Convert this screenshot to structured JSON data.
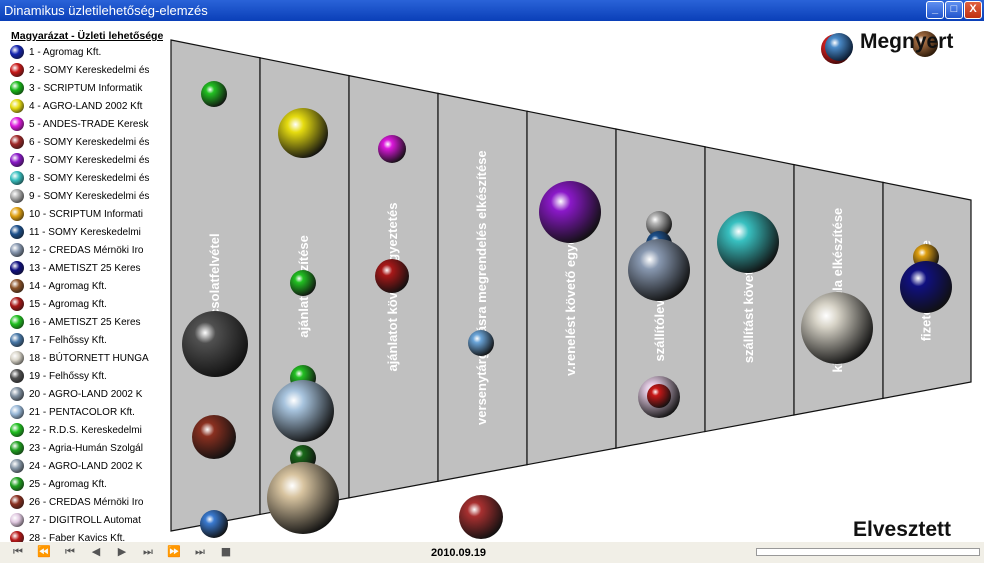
{
  "window": {
    "title": "Dinamikus üzletilehetőség-elemzés",
    "buttons": [
      {
        "name": "minimize-button",
        "label": "_"
      },
      {
        "name": "maximize-button",
        "label": "□"
      },
      {
        "name": "close-button",
        "label": "X"
      }
    ]
  },
  "legend": {
    "title": "Magyarázat - Üzleti lehetőségek",
    "items": [
      {
        "label": "1 - Agromag Kft.",
        "color": "#1424b0"
      },
      {
        "label": "2 - SOMY Kereskedelmi és",
        "color": "#c81818"
      },
      {
        "label": "3 - SCRIPTUM Informatik",
        "color": "#18b818"
      },
      {
        "label": "4 - AGRO-LAND 2002 Kft",
        "color": "#e6dc10"
      },
      {
        "label": "5 - ANDES-TRADE Keresk",
        "color": "#dc18dc"
      },
      {
        "label": "6 - SOMY Kereskedelmi és",
        "color": "#a02828"
      },
      {
        "label": "7 - SOMY Kereskedelmi és",
        "color": "#8a18c8"
      },
      {
        "label": "8 - SOMY Kereskedelmi és",
        "color": "#38c0c0"
      },
      {
        "label": "9 - SOMY Kereskedelmi és",
        "color": "#a8a8a8"
      },
      {
        "label": "10 - SCRIPTUM Informati",
        "color": "#e0a010"
      },
      {
        "label": "11 - SOMY Kereskedelmi",
        "color": "#1c508c"
      },
      {
        "label": "12 - CREDAS Mérnöki Iro",
        "color": "#8898b0"
      },
      {
        "label": "13 - AMETISZT 25 Keres",
        "color": "#101080"
      },
      {
        "label": "14 - Agromag Kft.",
        "color": "#8a5228"
      },
      {
        "label": "15 - Agromag Kft.",
        "color": "#a81818"
      },
      {
        "label": "16 - AMETISZT 25 Keres",
        "color": "#20c020"
      },
      {
        "label": "17 - Felhőssy Kft.",
        "color": "#4878a8"
      },
      {
        "label": "18 - BÚTORNETT HUNGA",
        "color": "#d8d4c8"
      },
      {
        "label": "19 - Felhőssy Kft.",
        "color": "#505050"
      },
      {
        "label": "20 - AGRO-LAND 2002 K",
        "color": "#8090a0"
      },
      {
        "label": "21 - PENTACOLOR Kft.",
        "color": "#98b8d8"
      },
      {
        "label": "22 - R.D.S. Kereskedelmi",
        "color": "#20c020"
      },
      {
        "label": "23 - Agria-Humán Szolgál",
        "color": "#20a020"
      },
      {
        "label": "24 - AGRO-LAND 2002 K",
        "color": "#8898a8"
      },
      {
        "label": "25 - Agromag Kft.",
        "color": "#20a020"
      },
      {
        "label": "26 - CREDAS Mérnöki Iro",
        "color": "#8a3020"
      },
      {
        "label": "27 - DIGITROLL Automat",
        "color": "#e0c8e0"
      },
      {
        "label": "28 - Faber Kavics Kft.",
        "color": "#b81818"
      }
    ]
  },
  "funnel": {
    "stages": [
      {
        "label": "kapcsolatfelvétel"
      },
      {
        "label": "ajánlat készítése"
      },
      {
        "label": "ajánlatot követő egyeztetés"
      },
      {
        "label": "versenytárgyalásra megrendelés elkészítése"
      },
      {
        "label": "v.renelést követő egyeztetés"
      },
      {
        "label": "szállítólevél elkészítése"
      },
      {
        "label": "szállítást követő számla"
      },
      {
        "label": "kimenő számla elkészítése"
      },
      {
        "label": "fizetés rögzítése"
      }
    ],
    "won_label": "Megnyert",
    "lost_label": "Elvesztett",
    "won_icon": "won-ball-icon",
    "lost_icon": "lost-ball-icon"
  },
  "balls": [
    {
      "color": "#22c022"
    },
    {
      "color": "#e6dc10"
    },
    {
      "color": "#dc18dc"
    },
    {
      "color": "#a81818"
    },
    {
      "color": "#22c022"
    },
    {
      "color": "#505050"
    },
    {
      "color": "#8a3020"
    },
    {
      "color": "#22c022"
    },
    {
      "color": "#a8c4de"
    },
    {
      "color": "#1a6a1a"
    },
    {
      "color": "#d8c4a0"
    },
    {
      "color": "#6aa4d8"
    },
    {
      "color": "#8a18c8"
    },
    {
      "color": "#b8b8b8"
    },
    {
      "color": "#1c508c"
    },
    {
      "color": "#8898b0"
    },
    {
      "color": "#e0c8e0"
    },
    {
      "color": "#c81818"
    },
    {
      "color": "#38c0c0"
    },
    {
      "color": "#d8d4c8"
    },
    {
      "color": "#e0a010"
    },
    {
      "color": "#101080"
    },
    {
      "color": "#a83030"
    },
    {
      "color": "#3a7ad0"
    },
    {
      "color": "#8a5228"
    }
  ],
  "player": {
    "date": "2010.09.19",
    "controls": [
      {
        "name": "first-button",
        "glyph": "⏮"
      },
      {
        "name": "fast-rewind-button",
        "glyph": "⏪"
      },
      {
        "name": "step-back-button",
        "glyph": "⏮"
      },
      {
        "name": "rewind-button",
        "glyph": "◀"
      },
      {
        "name": "play-button",
        "glyph": "▶"
      },
      {
        "name": "step-forward-button",
        "glyph": "⏭"
      },
      {
        "name": "fast-forward-button",
        "glyph": "⏩"
      },
      {
        "name": "last-button",
        "glyph": "⏭"
      },
      {
        "name": "stop-button",
        "glyph": "■"
      }
    ]
  }
}
